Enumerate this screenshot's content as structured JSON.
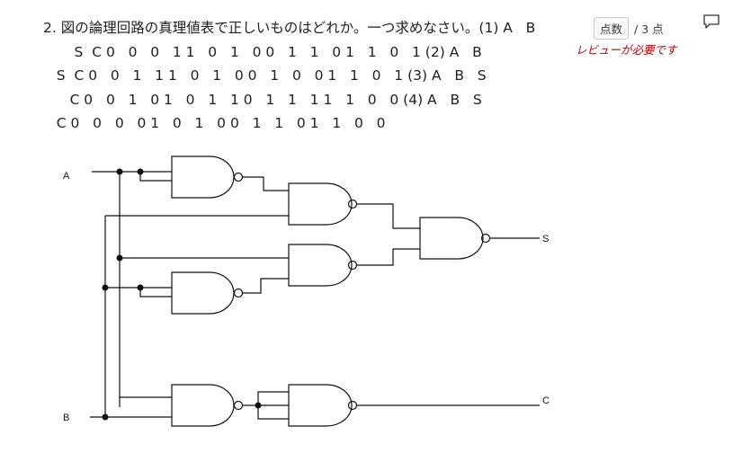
{
  "question": {
    "text": "2. 図の論理回路の真理値表で正しいものはどれか。一つ求めなさい。(1) A   B\n       S  C 0   0   0   1 1   0   1   0 0   1   1   0 1   1   0   1 (2) A   B\n   S  C 0   0   1   1 1   0   1   0 0   1   0   0 1   1   0   1 (3) A   B   S\n      C 0   0   1   0 1   0   1   1 0   1   1   1 1   1   0   0 (4) A   B   S\n   C 0   0   0   0 1   0   1   0 0   1   1   0 1   1   0   0"
  },
  "points": {
    "label": "点数",
    "max": "/ 3 点"
  },
  "review_note": "レビューが必要です",
  "icons": {
    "comment": "comment-icon"
  },
  "circuit": {
    "labels": {
      "a": "A",
      "b": "B",
      "s": "S",
      "c": "C"
    }
  }
}
